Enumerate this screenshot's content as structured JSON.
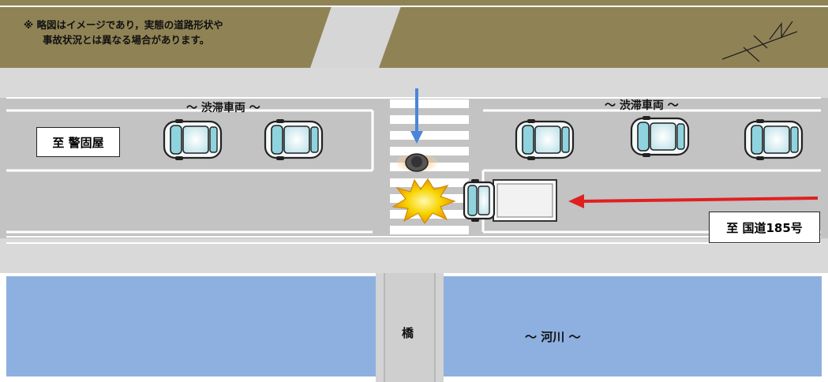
{
  "note": {
    "line1": "※ 略図はイメージであり，実態の道路形状や",
    "line2": "事故状況とは異なる場合があります。"
  },
  "labels": {
    "congestion_left": "～ 渋滞車両 ～",
    "congestion_right": "～ 渋滞車両 ～",
    "to_keigoya": "至  警固屋",
    "to_route185": "至  国道185号",
    "bridge": "橋",
    "river": "～ 河川 ～"
  },
  "colors": {
    "ground": "#8f8356",
    "road": "#c3c3c3",
    "sidewalk": "#d9d9d9",
    "river": "#8db0e0",
    "pedestrian_arrow": "#4a86d8",
    "truck_arrow": "#e02020",
    "impact": "#f6d300"
  }
}
